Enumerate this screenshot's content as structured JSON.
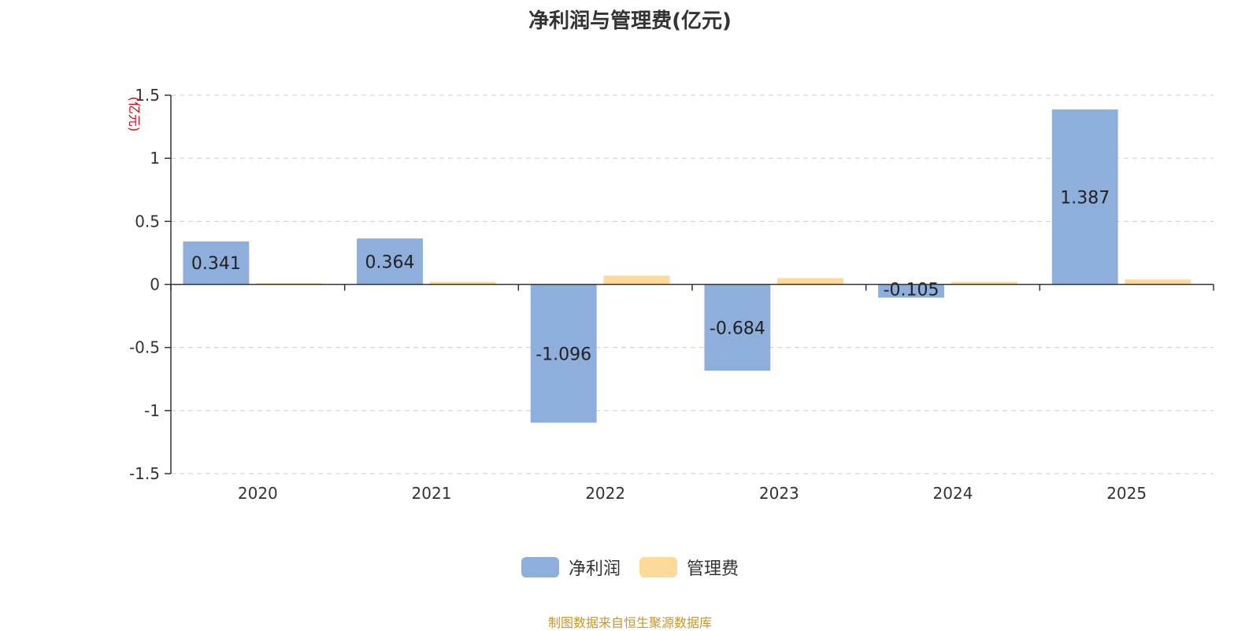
{
  "chart_data": {
    "type": "bar",
    "title": "净利润与管理费(亿元)",
    "ylabel": "(亿元)",
    "categories": [
      "2020",
      "2021",
      "2022",
      "2023",
      "2024",
      "2025"
    ],
    "series": [
      {
        "name": "净利润",
        "values": [
          0.341,
          0.364,
          -1.096,
          -0.684,
          -0.105,
          1.387
        ],
        "color": "#8eaedb",
        "labels": [
          "0.341",
          "0.364",
          "-1.096",
          "-0.684",
          "-0.105",
          "1.387"
        ]
      },
      {
        "name": "管理费",
        "values": [
          0.01,
          0.02,
          0.07,
          0.05,
          0.02,
          0.04
        ],
        "color": "#fdd99a"
      }
    ],
    "ylim": [
      -1.5,
      1.5
    ],
    "yticks": [
      {
        "value": 1.5,
        "label": "1.5"
      },
      {
        "value": 1,
        "label": "1"
      },
      {
        "value": 0.5,
        "label": "0.5"
      },
      {
        "value": 0,
        "label": "0"
      },
      {
        "value": -0.5,
        "label": "-0.5"
      },
      {
        "value": -1,
        "label": "-1"
      },
      {
        "value": -1.5,
        "label": "-1.5"
      }
    ],
    "grid": true,
    "legend_position": "bottom-center"
  },
  "source_note": "制图数据来自恒生聚源数据库"
}
